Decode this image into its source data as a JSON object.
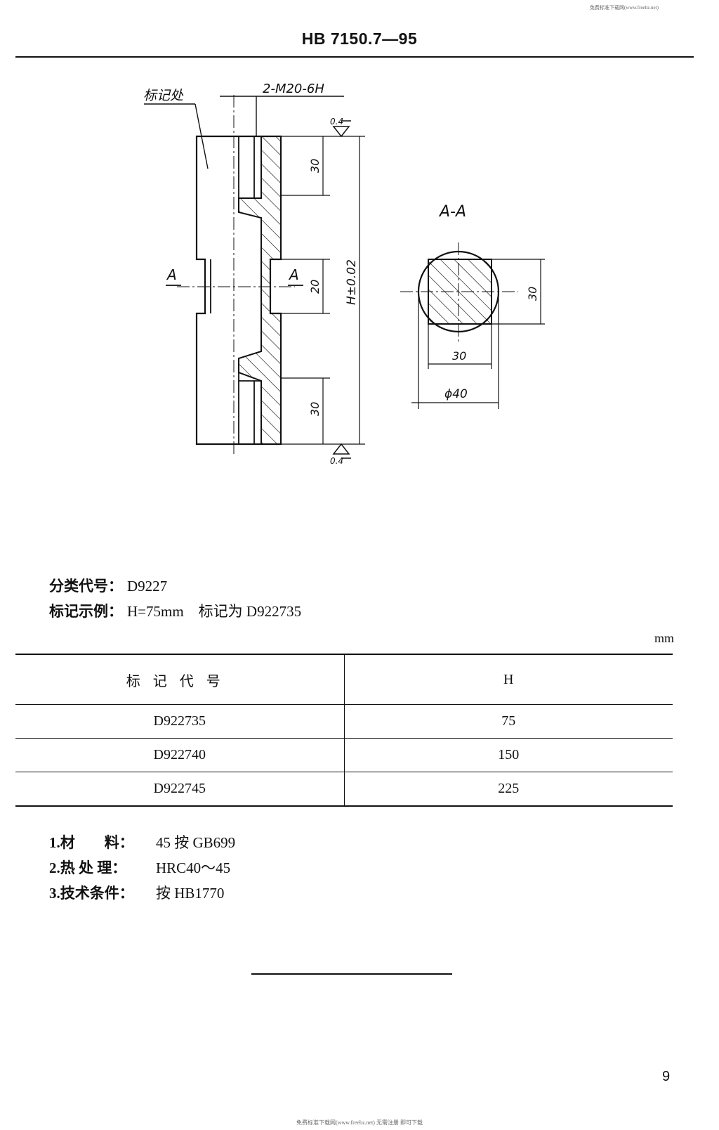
{
  "watermark_top": "免费标准下载网(www.freebz.net)",
  "standard_number": "HB 7150.7—95",
  "drawing": {
    "mark_label": "标记处",
    "thread_callout": "2-M20-6H",
    "roughness_top": "0.4",
    "roughness_bottom": "0.4",
    "dim_top": "30",
    "dim_neck": "20",
    "dim_bottom": "30",
    "dim_overall": "H±0.02",
    "section_mark_left": "A",
    "section_mark_right": "A",
    "section_title": "A-A",
    "section_dim_height": "30",
    "section_dim_width": "30",
    "section_dim_diameter": "ϕ40"
  },
  "classification": {
    "label": "分类代号：",
    "value": "D9227"
  },
  "marking_example": {
    "label": "标记示例：",
    "value": "H=75mm　标记为 D922735"
  },
  "unit": "mm",
  "table": {
    "headers": [
      "标记代号",
      "H"
    ],
    "rows": [
      [
        "D922735",
        "75"
      ],
      [
        "D922740",
        "150"
      ],
      [
        "D922745",
        "225"
      ]
    ]
  },
  "notes": [
    {
      "label": "1.材　　料：",
      "value": "45 按 GB699"
    },
    {
      "label": "2.热 处 理：",
      "value": "HRC40～45"
    },
    {
      "label": "3.技术条件：",
      "value": "按 HB1770"
    }
  ],
  "page_number": "9",
  "watermark_bottom": "免费标准下载网(www.freebz.net) 无需注册 即可下载"
}
